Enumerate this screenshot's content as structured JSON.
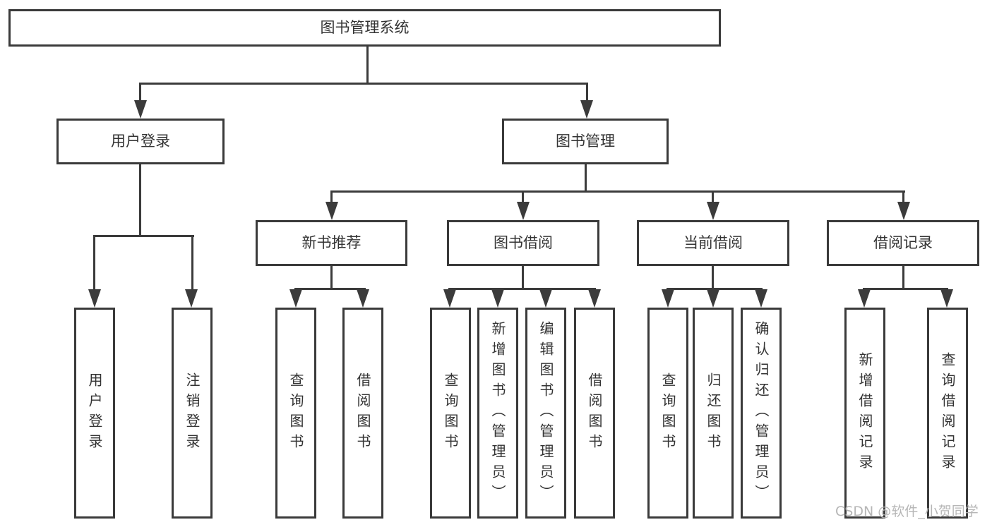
{
  "tree": {
    "root": {
      "label": "图书管理系统"
    },
    "branches": [
      {
        "label": "用户登录",
        "children": [
          {
            "label": "用户登录"
          },
          {
            "label": "注销登录"
          }
        ]
      },
      {
        "label": "图书管理",
        "children": [
          {
            "label": "新书推荐",
            "children": [
              {
                "label": "查询图书"
              },
              {
                "label": "借阅图书"
              }
            ]
          },
          {
            "label": "图书借阅",
            "children": [
              {
                "label": "查询图书"
              },
              {
                "label": "新增图书（管理员）"
              },
              {
                "label": "编辑图书（管理员）"
              },
              {
                "label": "借阅图书"
              }
            ]
          },
          {
            "label": "当前借阅",
            "children": [
              {
                "label": "查询图书"
              },
              {
                "label": "归还图书"
              },
              {
                "label": "确认归还（管理员）"
              }
            ]
          },
          {
            "label": "借阅记录",
            "children": [
              {
                "label": "新增借阅记录"
              },
              {
                "label": "查询借阅记录"
              }
            ]
          }
        ]
      }
    ]
  },
  "watermark": {
    "text": "CSDN @软件_小贺同学"
  },
  "colors": {
    "line": "#3b3b3b",
    "border": "#3a3a3a",
    "text": "#333333",
    "watermark": "#b2b2b2",
    "background": "#ffffff"
  }
}
